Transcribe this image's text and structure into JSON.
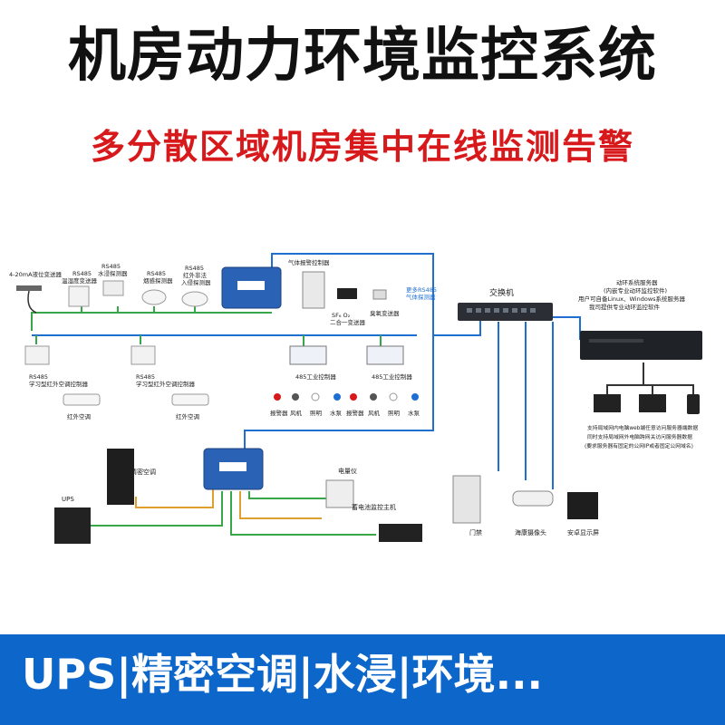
{
  "title": "机房动力环境监控系统",
  "subtitle": "多分散区域机房集中在线监测告警",
  "banner": "UPS|精密空调|水浸|环境...",
  "colors": {
    "blue": "#0d66c9",
    "red": "#d7191c",
    "line_green": "#3aa64a",
    "line_blue": "#1f6fd1",
    "line_orange": "#e0a030"
  },
  "diagram": {
    "sensors": {
      "s1": "4-20mA液位变送器",
      "s2a": "RS485",
      "s2b": "温湿度变送器",
      "s3a": "RS485",
      "s3b": "水浸探测器",
      "s4a": "RS485",
      "s4b": "烟感探测器",
      "s5a": "RS485",
      "s5b": "红外非法",
      "s5c": "入侵探测器"
    },
    "gas": {
      "ctrl": "气体报警控制器",
      "more_a": "更多RS485",
      "more_b": "气体探测器",
      "sf6": "SF₆ O₂",
      "combo": "二合一变送器",
      "ozone": "臭氧变送器"
    },
    "ir": {
      "a": "RS485",
      "b": "学习型红外空调控制器",
      "ac": "红外空调"
    },
    "ctrl485": {
      "label": "485工业控制器",
      "loads": [
        "报警器",
        "风机",
        "照明",
        "水泵"
      ]
    },
    "switch": "交换机",
    "server": {
      "l1": "动环系统服务器",
      "l2": "(内嵌专业动环监控软件)",
      "l3": "用户可自备Linux、Windows系统服务器",
      "l4": "我司提供专业动环监控软件"
    },
    "notes": [
      "支持局域网内电脑web端任意访问服务器端数据",
      "同时支持局域网外电脑跨网关访问服务器数据",
      "(要求服务器有固定的公网IP或者固定公网域名)"
    ],
    "bottom": {
      "ac": "精密空调",
      "ups": "UPS",
      "meter": "电量仪",
      "battery": "蓄电池监控主机",
      "door": "门禁",
      "camera": "海康摄像头",
      "screen": "安卓显示屏"
    }
  }
}
